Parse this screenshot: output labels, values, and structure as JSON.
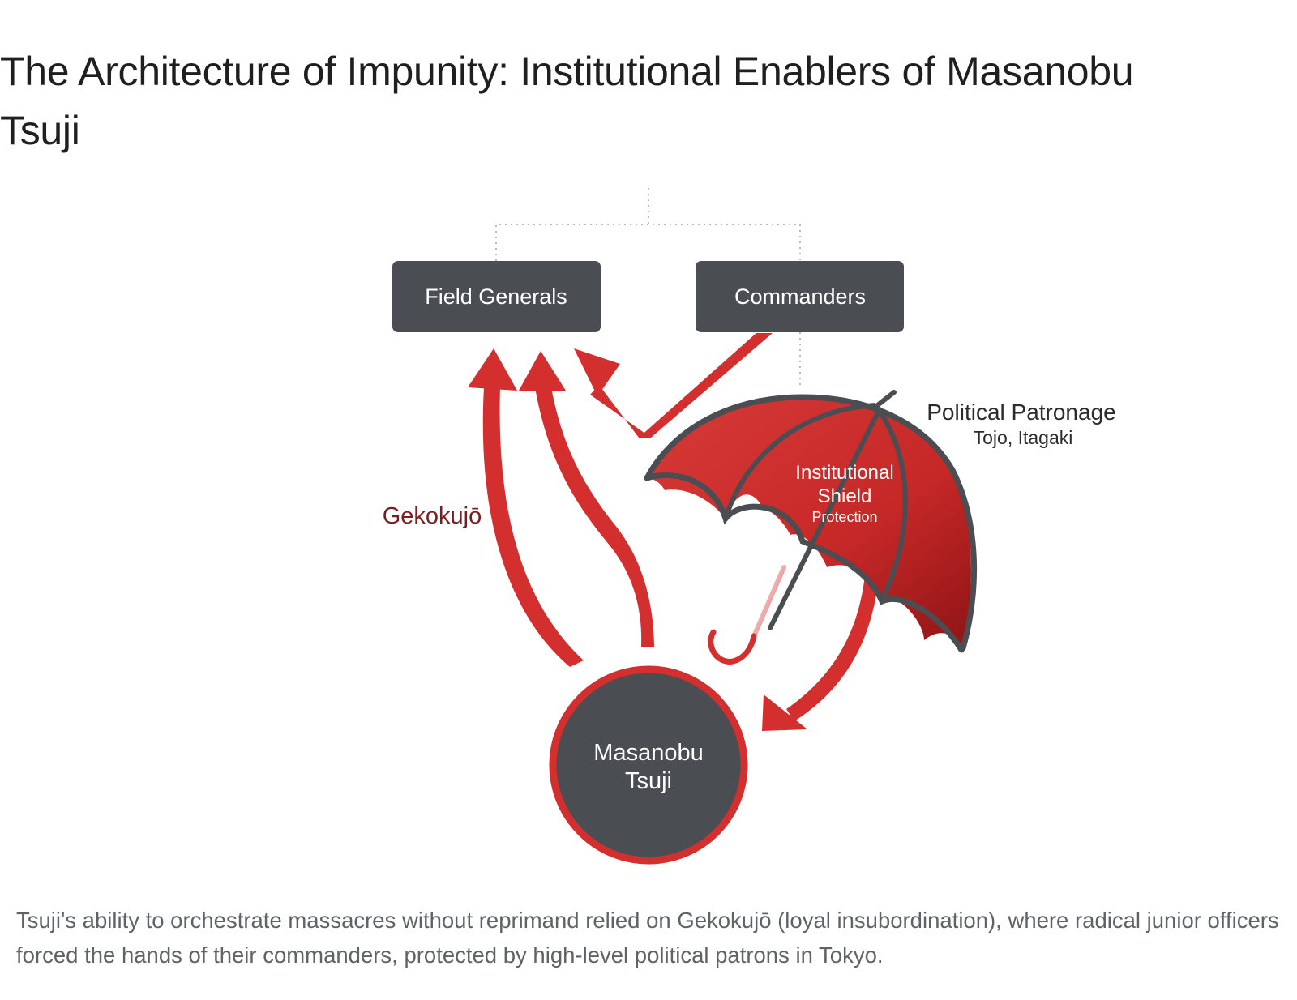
{
  "page": {
    "title": "The Architecture of Impunity: Institutional Enablers of Masanobu Tsuji",
    "caption": "Tsuji's ability to orchestrate massacres without reprimand relied on Gekokujō (loyal insubordination), where radical junior officers forced the hands of their commanders, protected by high-level political patrons in Tokyo."
  },
  "diagram": {
    "nodes": {
      "field_generals": "Field Generals",
      "commanders": "Commanders",
      "tsuji_line1": "Masanobu",
      "tsuji_line2": "Tsuji"
    },
    "labels": {
      "gekokujo": "Gekokujō",
      "shield_line1": "Institutional",
      "shield_line2": "Shield",
      "shield_sub": "Protection",
      "patronage_title": "Political Patronage",
      "patronage_names": "Tojo, Itagaki"
    }
  },
  "colors": {
    "accent_red": "#d32f2f",
    "node_dark": "#4a4d52",
    "gekokujo_label": "#7a1f1f",
    "connector_gray": "#b8bcc2"
  }
}
